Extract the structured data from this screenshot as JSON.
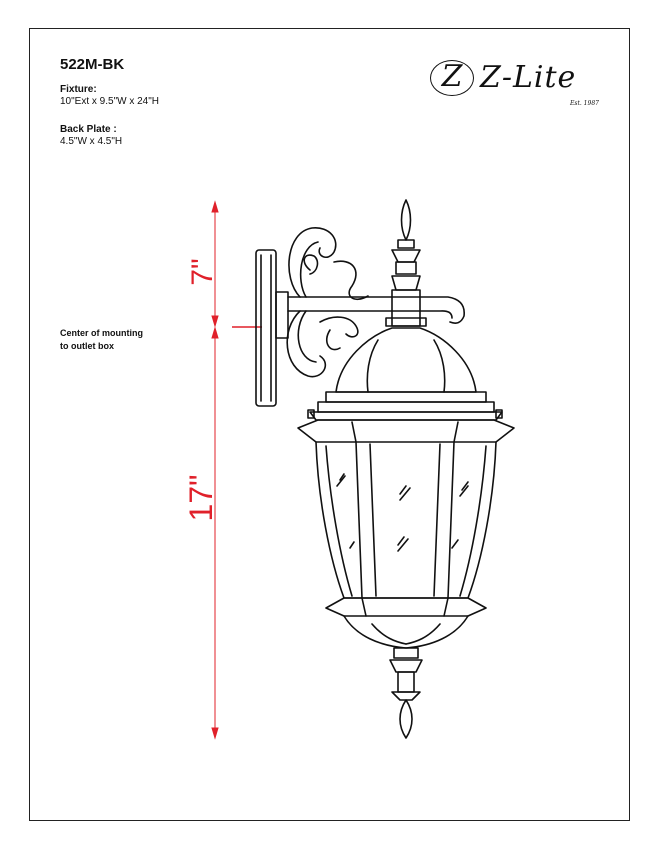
{
  "product": {
    "model": "522M-BK",
    "fixture_label": "Fixture:",
    "fixture_value": "10\"Ext x 9.5\"W x 24\"H",
    "backplate_label": "Back Plate :",
    "backplate_value": "4.5\"W x 4.5\"H"
  },
  "note": {
    "line1": "Center of mounting",
    "line2": "to outlet box"
  },
  "logo": {
    "mark": "Z",
    "name": "Z-Lite",
    "est": "Est. 1987"
  },
  "dimensions": {
    "upper": "7\"",
    "lower": "17\""
  },
  "colors": {
    "dimension": "#e0202a",
    "line": "#111111"
  }
}
